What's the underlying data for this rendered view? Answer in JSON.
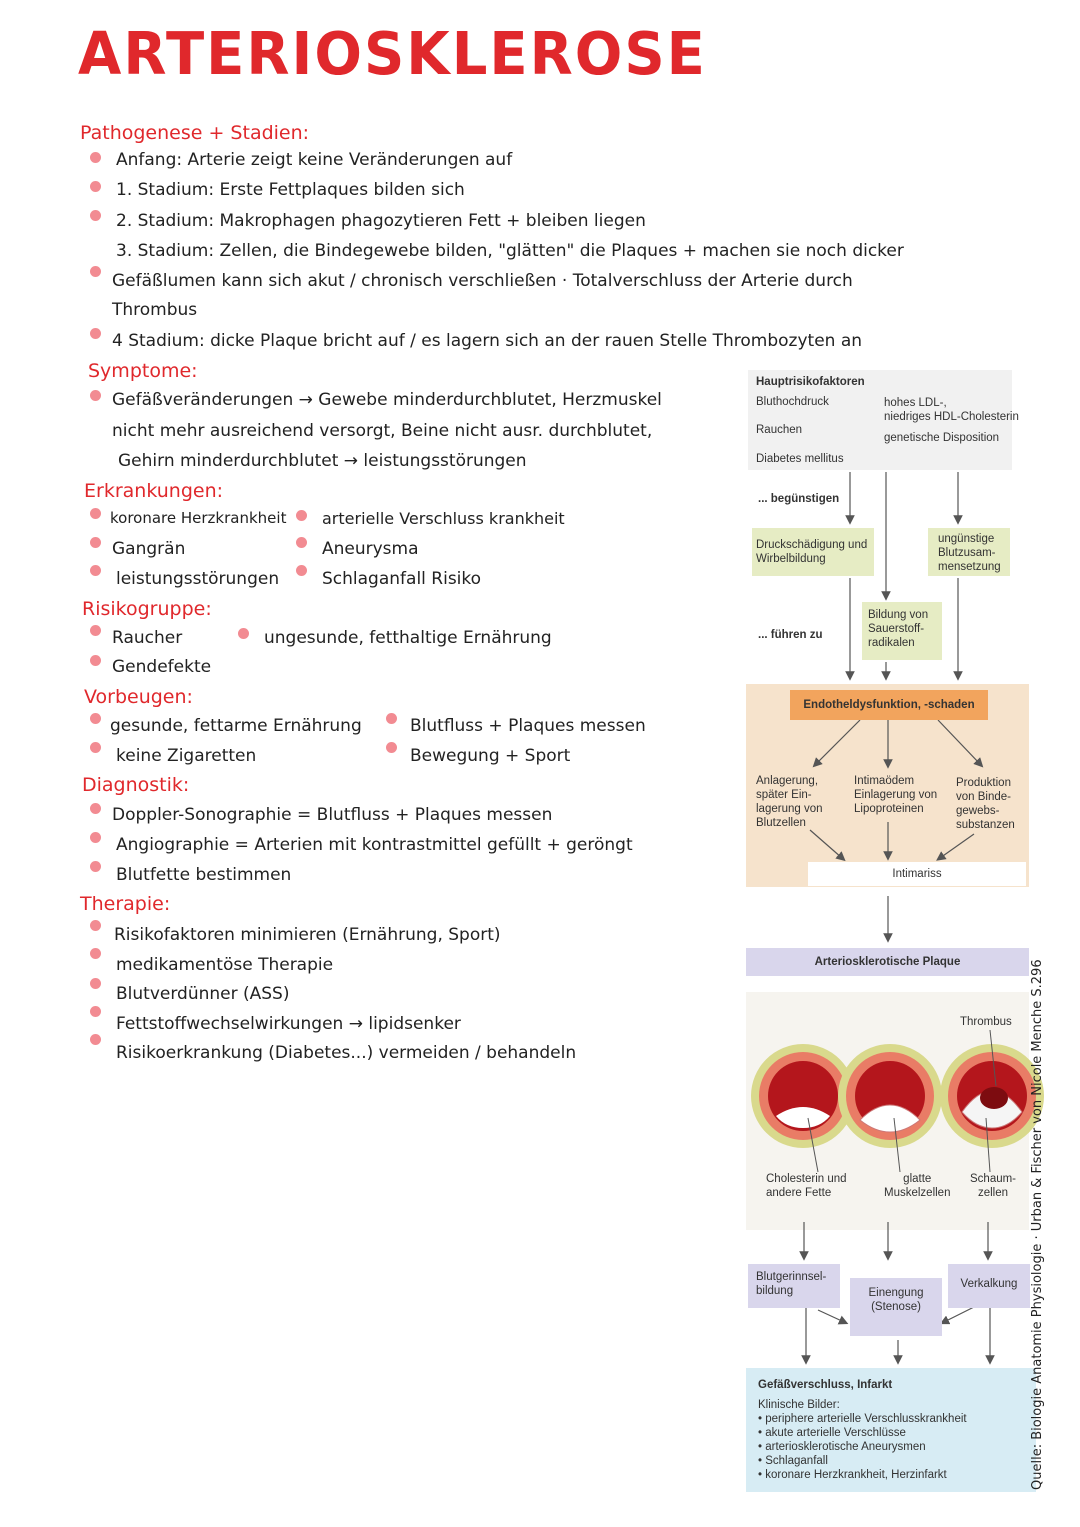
{
  "title": "ARTERIOSKLEROSE",
  "sections": {
    "pathogenese": {
      "heading": "Pathogenese + Stadien:",
      "items": [
        "Anfang: Arterie zeigt keine Veränderungen auf",
        "1. Stadium: Erste Fettplaques bilden sich",
        "2. Stadium: Makrophagen phagozytieren Fett + bleiben liegen",
        "3. Stadium: Zellen, die Bindegewebe bilden, \"glätten\" die Plaques + machen sie noch dicker",
        "Gefäßlumen kann sich akut / chronisch verschließen · Totalverschluss der Arterie durch",
        "Thrombus",
        "4 Stadium: dicke Plaque bricht auf / es lagern sich an der rauen Stelle Thrombozyten an"
      ]
    },
    "symptome": {
      "heading": "Symptome:",
      "items": [
        "Gefäßveränderungen → Gewebe minderdurchblutet, Herzmuskel",
        "nicht mehr ausreichend versorgt, Beine nicht ausr. durchblutet,",
        "Gehirn minderdurchblutet → leistungsstörungen"
      ]
    },
    "erkrankungen": {
      "heading": "Erkrankungen:",
      "col1": [
        "koronare Herzkrankheit",
        "Gangrän",
        "leistungsstörungen"
      ],
      "col2": [
        "arterielle Verschluss krankheit",
        "Aneurysma",
        "Schlaganfall Risiko"
      ]
    },
    "risikogruppe": {
      "heading": "Risikogruppe:",
      "col1": [
        "Raucher",
        "Gendefekte"
      ],
      "col2": [
        "ungesunde, fetthaltige Ernährung"
      ]
    },
    "vorbeugen": {
      "heading": "Vorbeugen:",
      "col1": [
        "gesunde, fettarme Ernährung",
        "keine Zigaretten"
      ],
      "col2": [
        "Blutfluss + Plaques messen",
        "Bewegung + Sport"
      ]
    },
    "diagnostik": {
      "heading": "Diagnostik:",
      "items": [
        "Doppler-Sonographie = Blutfluss + Plaques messen",
        "Angiographie = Arterien mit kontrastmittel gefüllt + geröngt",
        "Blutfette bestimmen"
      ]
    },
    "therapie": {
      "heading": "Therapie:",
      "items": [
        "Risikofaktoren minimieren (Ernährung, Sport)",
        "medikamentöse Therapie",
        "Blutverdünner (ASS)",
        "Fettstoffwechselwirkungen → lipidsenker",
        "Risikoerkrankung (Diabetes...) vermeiden / behandeln"
      ]
    }
  },
  "diagram": {
    "risk_heading": "Hauptrisikofaktoren",
    "risk_left": [
      "Bluthochdruck",
      "Rauchen",
      "Diabetes mellitus"
    ],
    "risk_right": [
      "hohes LDL-,",
      "niedriges HDL-Cholesterin",
      "genetische Disposition"
    ],
    "beguenstigen": "... begünstigen",
    "druck": [
      "Druckschädigung und",
      "Wirbelbildung"
    ],
    "blutzusammensetzung": [
      "ungünstige",
      "Blutzusam-",
      "mensetzung"
    ],
    "fuehren": "... führen zu",
    "radikale": [
      "Bildung von",
      "Sauerstoff-",
      "radikalen"
    ],
    "endothel": "Endotheldysfunktion, -schaden",
    "anlagerung": [
      "Anlagerung,",
      "später Ein-",
      "lagerung von",
      "Blutzellen"
    ],
    "intimaoedem": [
      "Intimaödem",
      "Einlagerung von",
      "Lipoproteinen"
    ],
    "produktion": [
      "Produktion",
      "von Binde-",
      "gewebs-",
      "substanzen"
    ],
    "intimariss": "Intimariss",
    "plaque": "Arteriosklerotische Plaque",
    "thrombus": "Thrombus",
    "cholesterin": [
      "Cholesterin und",
      "andere Fette"
    ],
    "muskelzellen": [
      "glatte",
      "Muskelzellen"
    ],
    "schaumzellen": [
      "Schaum-",
      "zellen"
    ],
    "blutgerinnsel": [
      "Blutgerinnsel-",
      "bildung"
    ],
    "einengung": [
      "Einengung",
      "(Stenose)"
    ],
    "verkalkung": "Verkalkung",
    "verschluss_heading": "Gefäßverschluss, Infarkt",
    "klinische_bilder": "Klinische Bilder:",
    "clinical_items": [
      "periphere arterielle Verschlusskrankheit",
      "akute arterielle Verschlüsse",
      "arteriosklerotische Aneurysmen",
      "Schlaganfall",
      "koronare Herzkrankheit, Herzinfarkt"
    ]
  },
  "source": "Quelle: Biologie Anatomie Physiologie · Urban & Fischer von Nicole Menche S.296",
  "colors": {
    "accent": "#e0282c",
    "bullet": "#f28b92",
    "beige": "#f6e3cc",
    "green": "#e6ecc4",
    "lavender": "#d9d6ec",
    "blue": "#d7ecf4",
    "orange": "#f2a45d"
  }
}
